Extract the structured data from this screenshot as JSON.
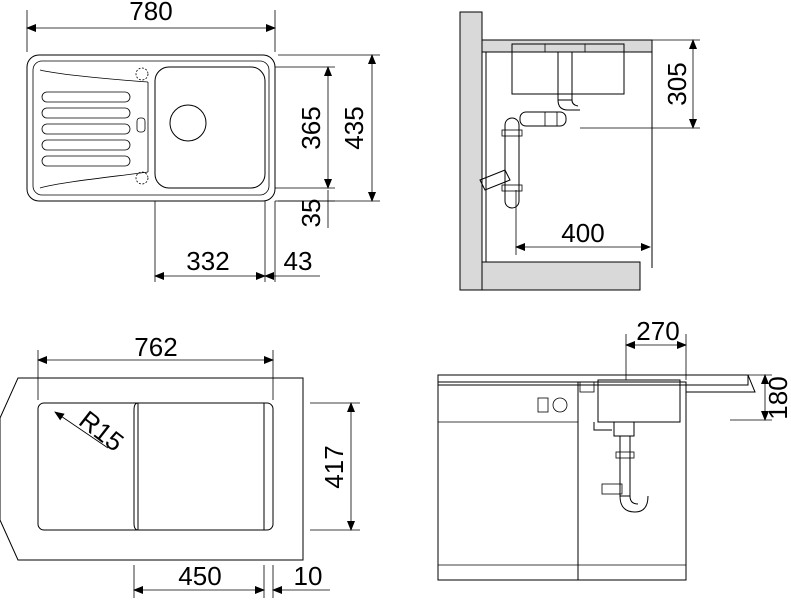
{
  "dimensions": {
    "top_view": {
      "overall_width": "780",
      "overall_depth": "435",
      "bowl_depth": "365",
      "front_offset": "35",
      "bowl_width": "332",
      "side_offset": "43"
    },
    "side_section": {
      "installation_depth": "305",
      "drain_distance": "400"
    },
    "cutout_view": {
      "cutout_width": "762",
      "cutout_depth": "417",
      "corner_radius": "R15",
      "bowl_position": "450",
      "edge_gap": "10"
    },
    "front_section": {
      "bowl_width": "270",
      "bowl_height": "180"
    }
  }
}
